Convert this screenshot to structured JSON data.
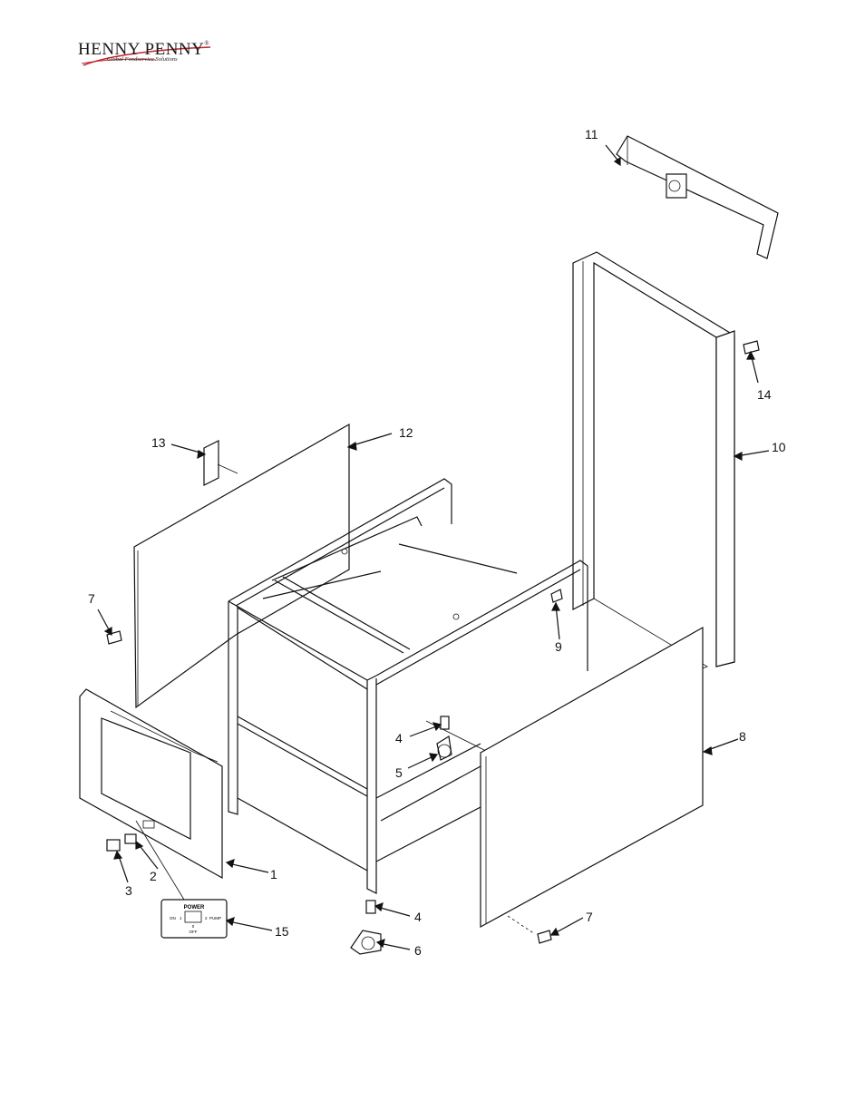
{
  "logo": {
    "brand": "HENNY PENNY",
    "registered": "®",
    "tagline": "Global Foodservice Solutions"
  },
  "switch_plate": {
    "title": "POWER",
    "left": "ON",
    "left_num": "1",
    "right_num": "2",
    "right": "PUMP",
    "bottom_num": "0",
    "bottom": "OFF"
  },
  "callouts": {
    "c1": "1",
    "c2": "2",
    "c3": "3",
    "c4a": "4",
    "c4b": "4",
    "c5": "5",
    "c6": "6",
    "c7a": "7",
    "c7b": "7",
    "c8": "8",
    "c9": "9",
    "c10": "10",
    "c11": "11",
    "c12": "12",
    "c13": "13",
    "c14": "14",
    "c15": "15"
  },
  "colors": {
    "line": "#111111",
    "background": "#ffffff",
    "logo_swoosh": "#c0272d"
  }
}
